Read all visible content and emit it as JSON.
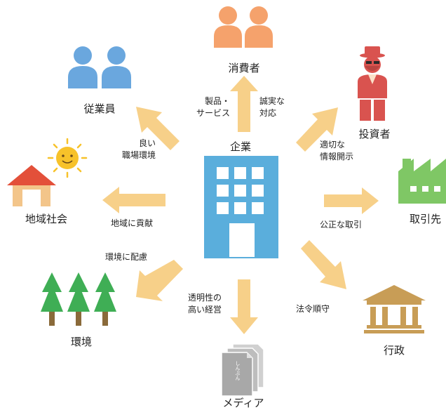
{
  "center": {
    "label": "企業"
  },
  "stakeholders": {
    "consumer": "消費者",
    "employee": "従業員",
    "investor": "投資者",
    "community": "地域社会",
    "partner": "取引先",
    "environment": "環境",
    "government": "行政",
    "media": "メディア"
  },
  "relations": {
    "consumer": [
      "製品・",
      "サービス",
      "誠実な",
      "対応"
    ],
    "employee": [
      "良い",
      "職場環境"
    ],
    "investor": [
      "適切な",
      "情報開示"
    ],
    "community": [
      "地域に貢献"
    ],
    "partner": [
      "公正な取引"
    ],
    "environment": [
      "環境に配慮"
    ],
    "government": [
      "法令順守"
    ],
    "media": [
      "透明性の",
      "高い経営"
    ]
  },
  "newspaper_text": "しんぶん",
  "colors": {
    "arrow": "#f7d089",
    "building": "#5aaedc",
    "person_orange": "#f5a26c",
    "person_blue": "#6aa7de",
    "investor_red": "#d9534f",
    "house_red": "#e3503a",
    "house_body": "#f3c58a",
    "sun": "#f7c22a",
    "tree": "#3fae55",
    "factory": "#7fc765",
    "gov": "#c89d56",
    "paper": "#a8a8a8"
  }
}
